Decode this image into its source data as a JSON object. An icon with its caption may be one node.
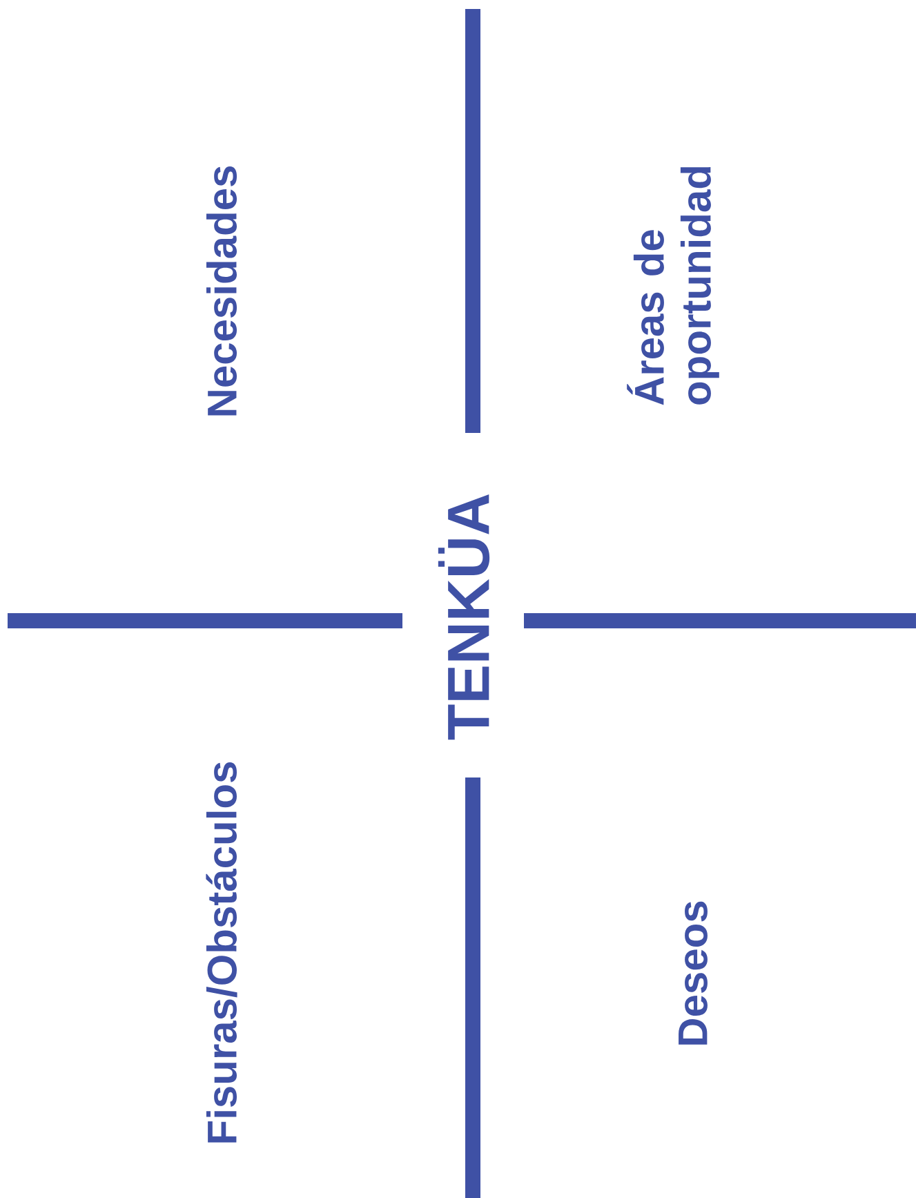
{
  "diagram": {
    "labels": [
      "Necesidades",
      "Áreas de oportunidad",
      "TENKÜA",
      "Fisuras/Obstáculos",
      "Deseos"
    ]
  }
}
